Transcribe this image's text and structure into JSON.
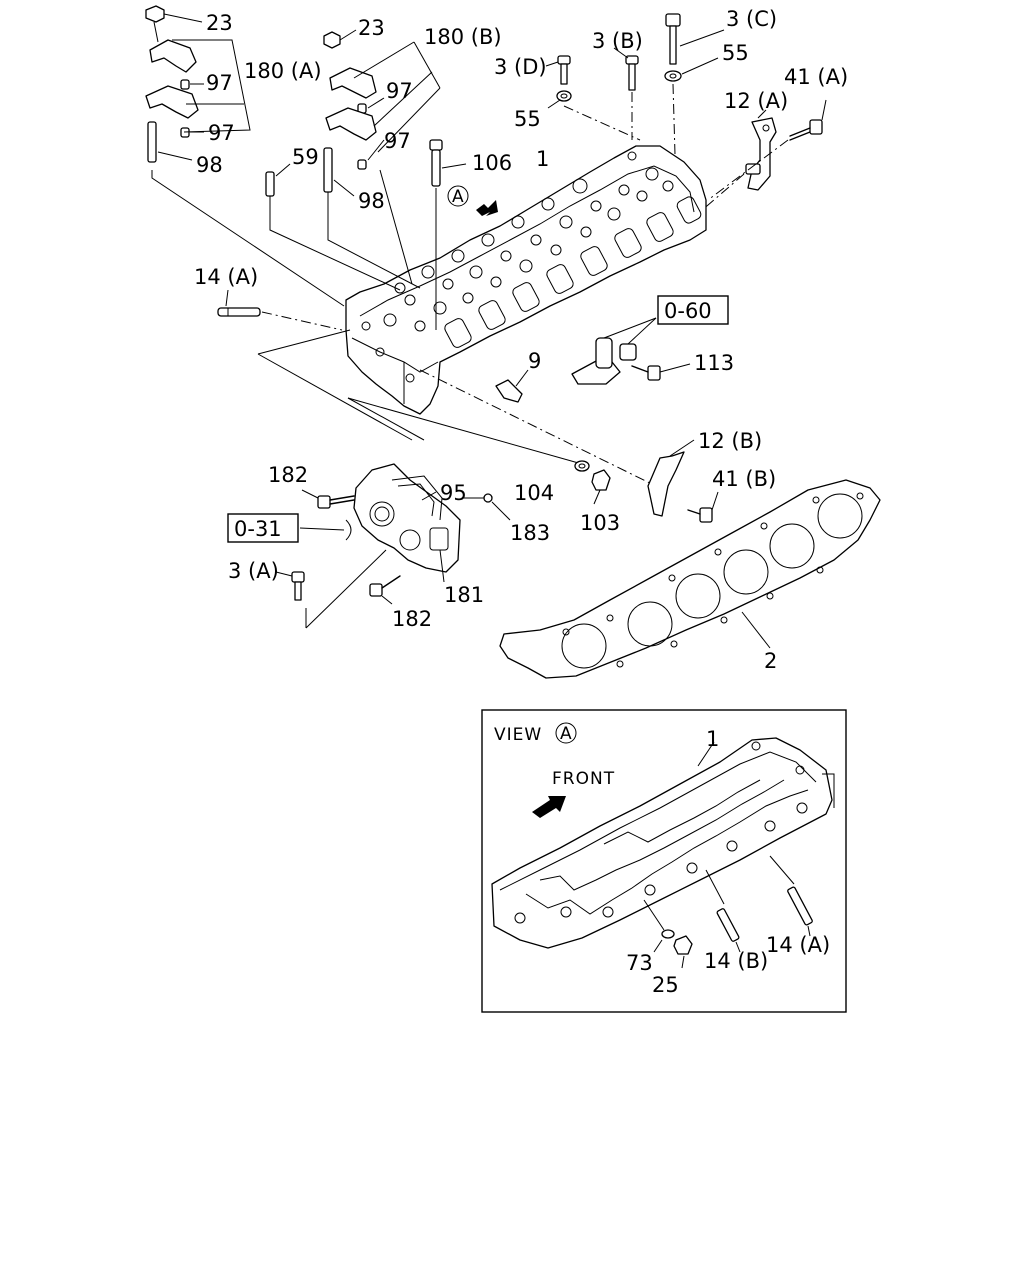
{
  "labels": {
    "l23a": "23",
    "l23b": "23",
    "l180a": "180 (A)",
    "l180b": "180 (B)",
    "l97a": "97",
    "l97b": "97",
    "l97c": "97",
    "l97d": "97",
    "l98a": "98",
    "l98b": "98",
    "l59": "59",
    "l106": "106",
    "l1": "1",
    "l3d": "3 (D)",
    "l3b": "3 (B)",
    "l3c": "3 (C)",
    "l55a": "55",
    "l55b": "55",
    "l12a": "12 (A)",
    "l41a": "41 (A)",
    "l14a": "14 (A)",
    "l060": "0-60",
    "l9": "9",
    "l113": "113",
    "l12b": "12 (B)",
    "l41b": "41 (B)",
    "l182a": "182",
    "l95": "95",
    "l104": "104",
    "l103": "103",
    "l031": "0-31",
    "l183": "183",
    "l3a": "3 (A)",
    "l181": "181",
    "l182b": "182",
    "l2": "2",
    "viewA": "A"
  },
  "inset": {
    "title": "VIEW",
    "title_ref": "A",
    "front_label": "FRONT",
    "l1": "1",
    "l73": "73",
    "l25": "25",
    "l14b": "14 (B)",
    "l14a": "14 (A)"
  }
}
